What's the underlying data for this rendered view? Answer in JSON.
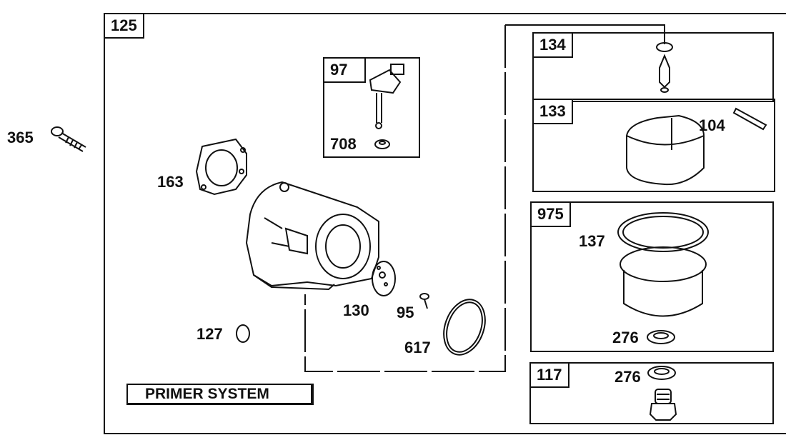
{
  "assembly": {
    "number": "125"
  },
  "callouts": {
    "bolt": "365",
    "gasket": "163",
    "plug": "127",
    "diaphragm": "130",
    "screw": "95",
    "oring": "617",
    "choke_shaft": "97",
    "seal_708": "708",
    "needle_kit": "134",
    "float": "133",
    "hinge_pin": "104",
    "bowl_kit": "975",
    "bowl_gasket": "137",
    "washer_bowl": "276",
    "bowl_nut": "117",
    "washer_nut": "276"
  },
  "primer_label": "PRIMER SYSTEM"
}
